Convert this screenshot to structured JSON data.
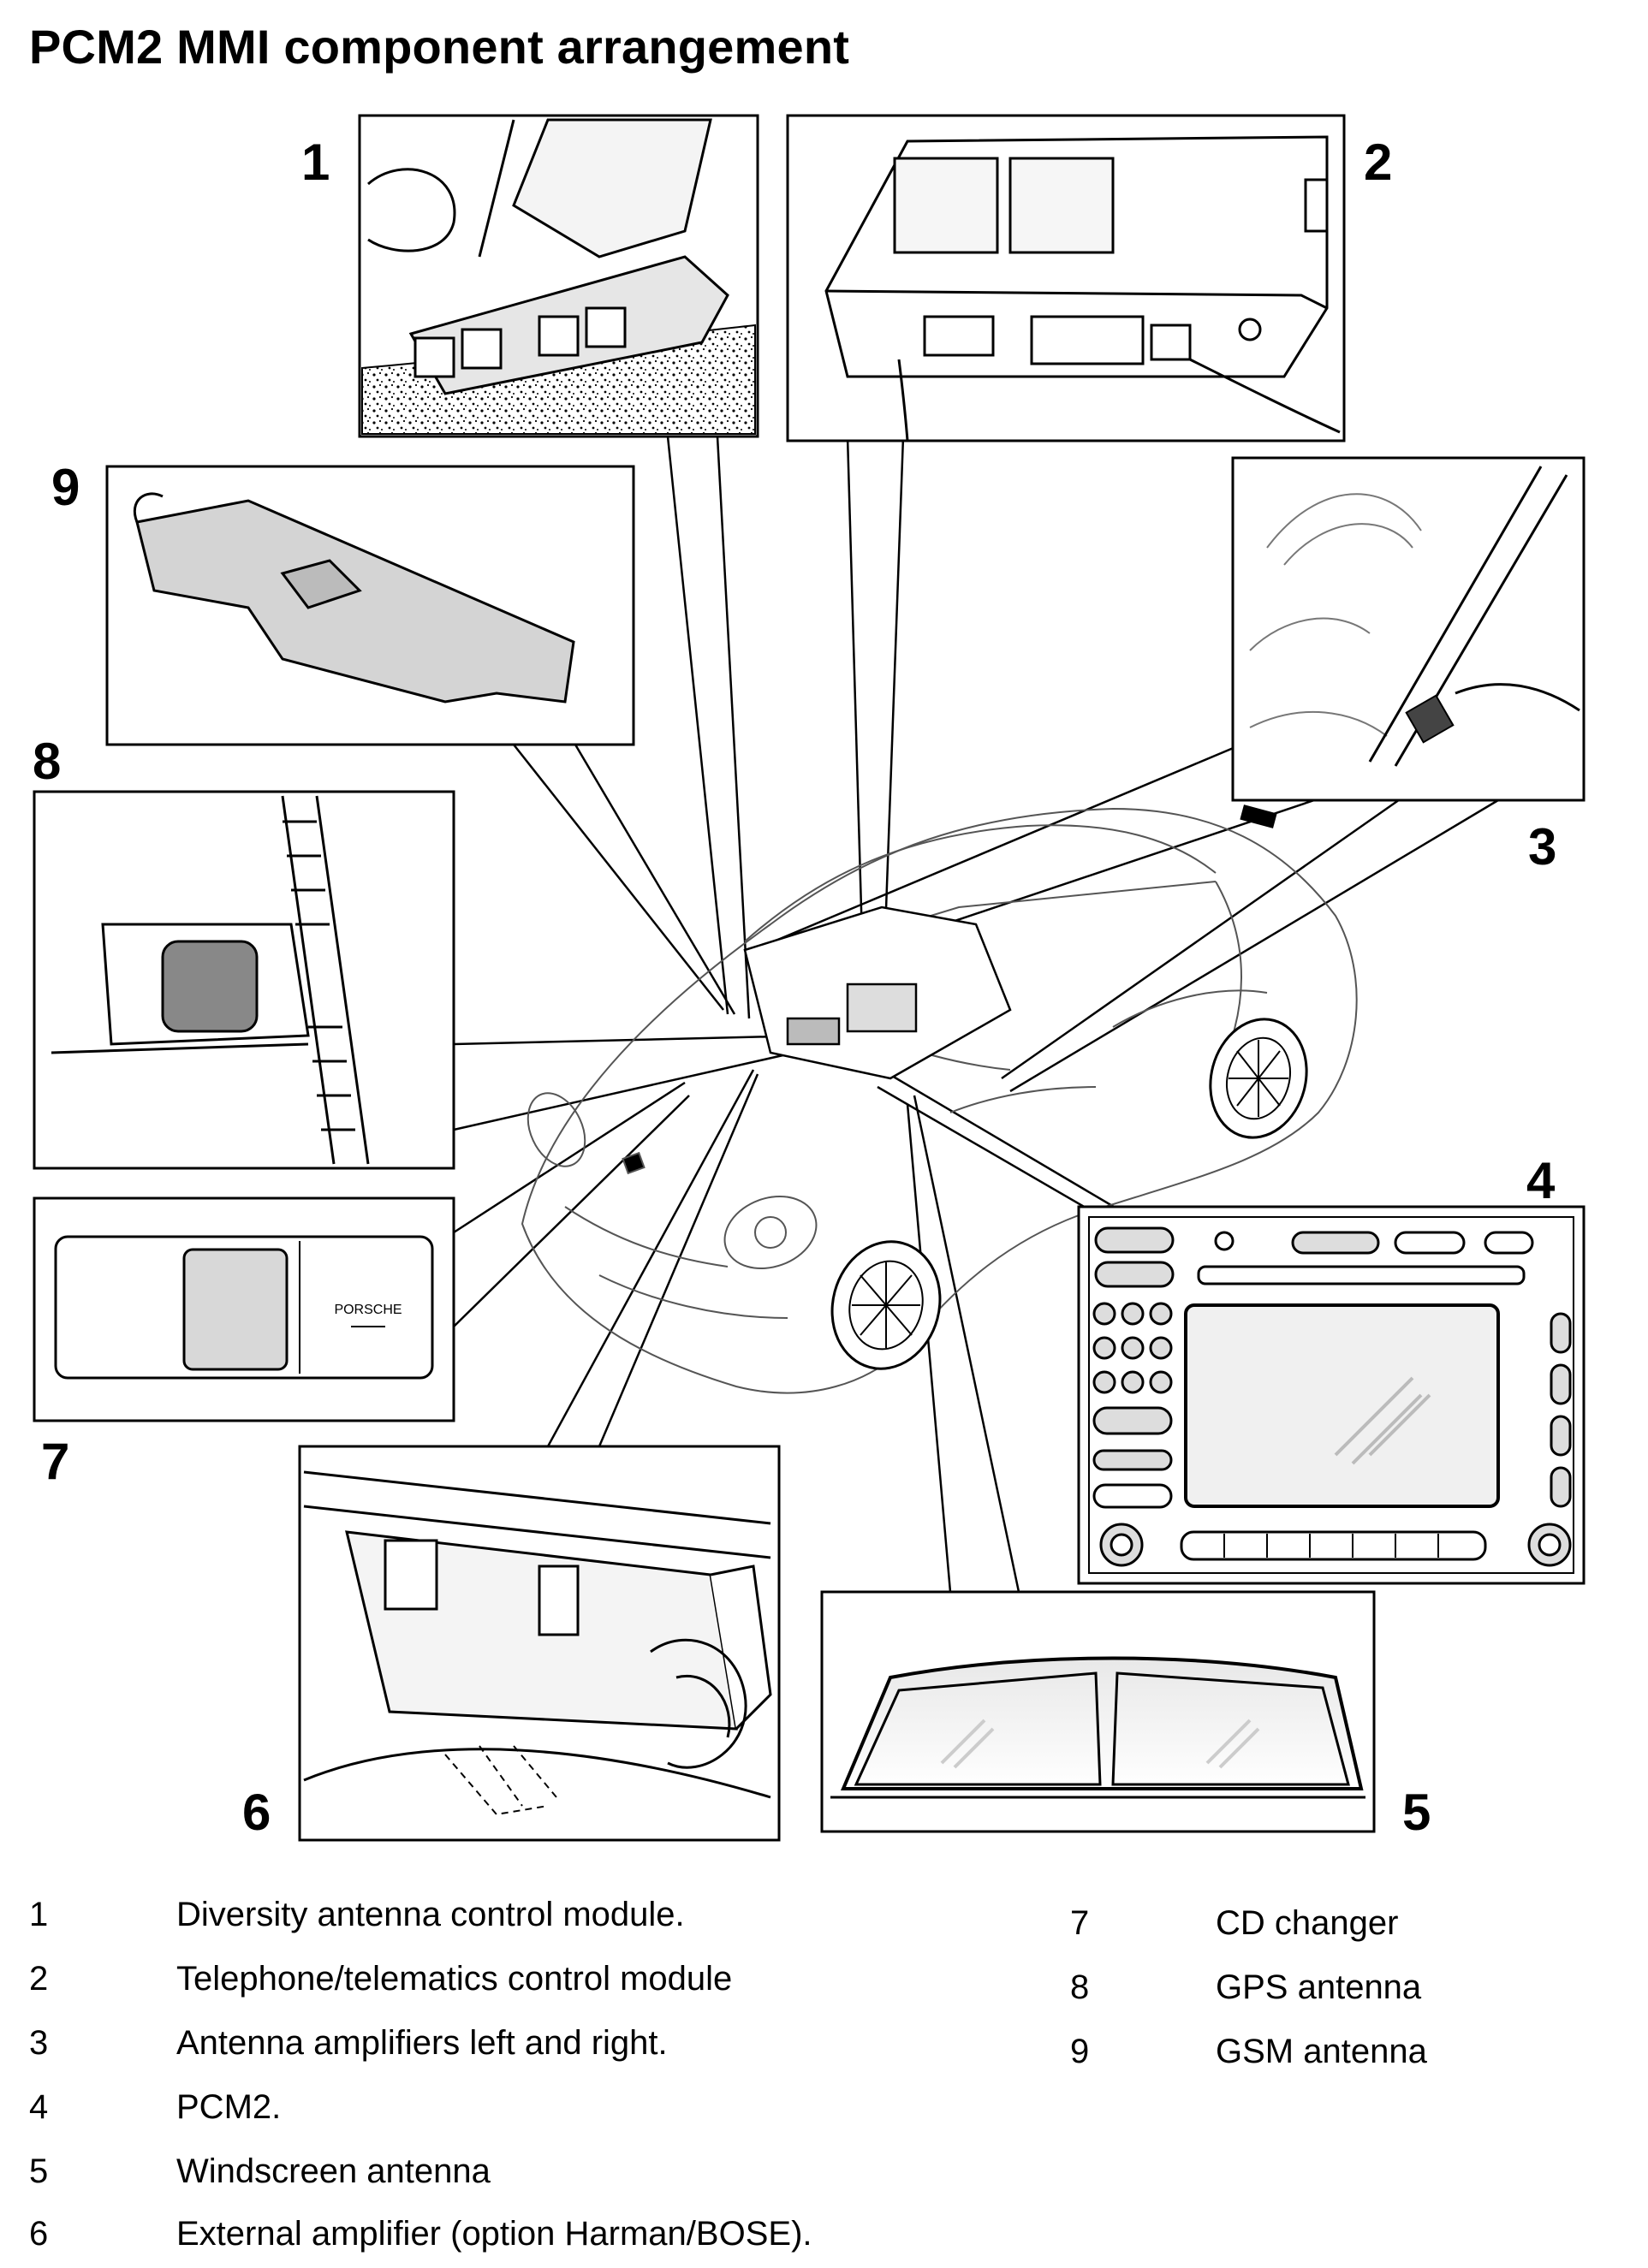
{
  "page": {
    "title": "PCM2 MMI component arrangement"
  },
  "callouts": [
    "1",
    "2",
    "3",
    "4",
    "5",
    "6",
    "7",
    "8",
    "9"
  ],
  "legend": {
    "left": [
      {
        "num": "1",
        "text": "Diversity antenna control module."
      },
      {
        "num": "2",
        "text": "Telephone/telematics control module"
      },
      {
        "num": "3",
        "text": "Antenna amplifiers left and right."
      },
      {
        "num": "4",
        "text": "PCM2."
      },
      {
        "num": "5",
        "text": "Windscreen antenna"
      },
      {
        "num": "6",
        "text": "External amplifier (option Harman/BOSE)."
      }
    ],
    "right": [
      {
        "num": "7",
        "text": "CD changer"
      },
      {
        "num": "8",
        "text": "GPS antenna"
      },
      {
        "num": "9",
        "text": "GSM antenna"
      }
    ]
  },
  "cd_changer": {
    "brand": "PORSCHE"
  }
}
